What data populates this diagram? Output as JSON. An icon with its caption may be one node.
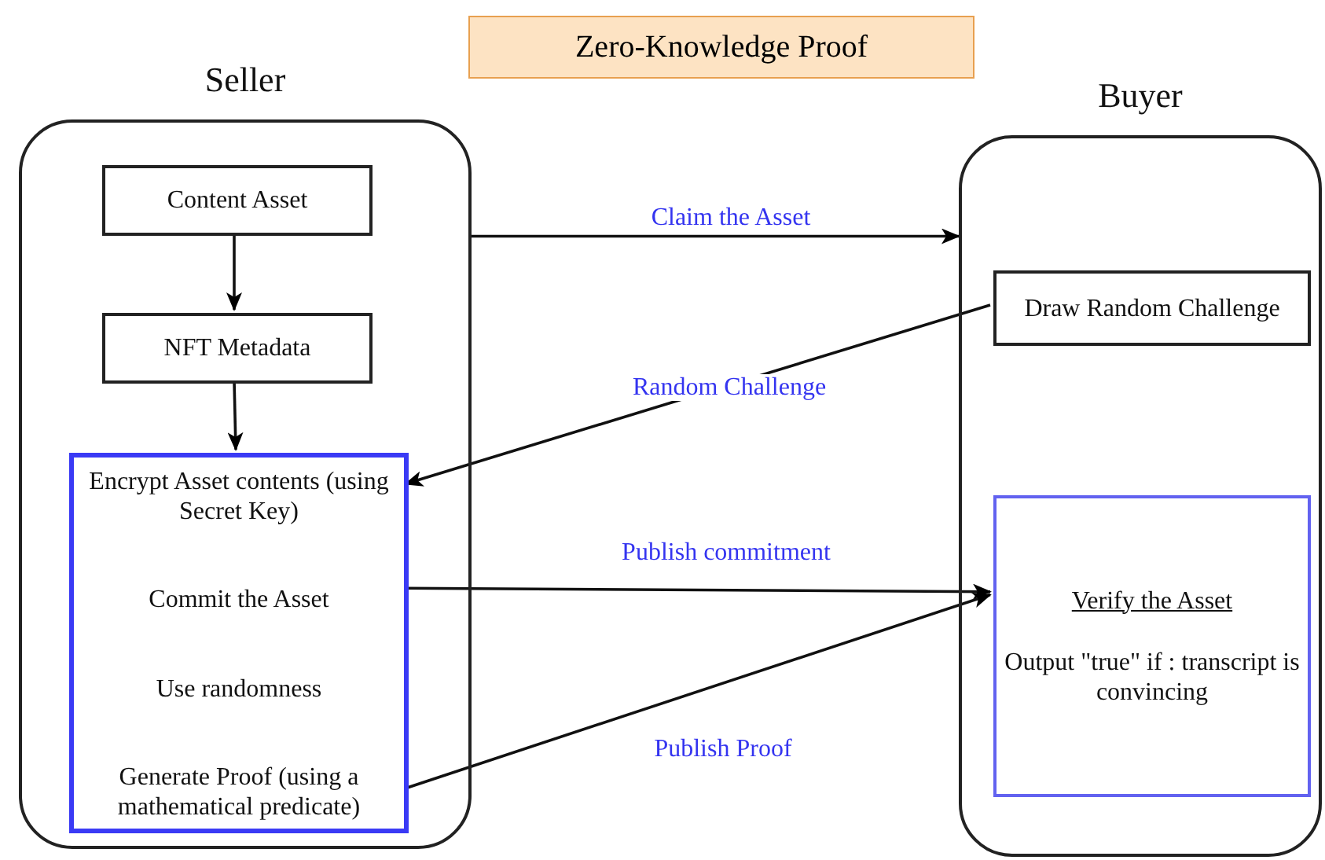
{
  "diagram": {
    "title": "Zero-Knowledge Proof",
    "nodes": [
      {
        "text": [
          "Seller"
        ]
      },
      {
        "text": [
          "Content Asset"
        ],
        "in": 0
      },
      {
        "text": [
          "NFT Metadata"
        ],
        "in": 0
      },
      {
        "text": [
          "Encrypt Asset contents (using Secret Key)",
          "Commit the Asset",
          "Use randomness",
          "Generate Proof (using a mathematical predicate)"
        ],
        "in": 0
      },
      {
        "text": [
          "Buyer"
        ]
      },
      {
        "text": [
          "Draw Random Challenge"
        ],
        "in": 4
      },
      {
        "text": [
          "Verify the Asset",
          "Output \"true\" if : transcript is convincing"
        ],
        "in": 4
      }
    ],
    "edges": [
      {
        "from": 1,
        "to": 2,
        "arrow": "to"
      },
      {
        "from": 2,
        "to": 3,
        "arrow": "to"
      },
      {
        "from": 0,
        "to": 4,
        "arrow": "to",
        "label": "Claim the Asset"
      },
      {
        "from": 5,
        "to": 3,
        "arrow": "to",
        "label": "Random Challenge"
      },
      {
        "from": 3,
        "to": 6,
        "arrow": "to",
        "label": "Publish commitment"
      },
      {
        "from": 3,
        "to": 6,
        "arrow": "to",
        "label": "Publish Proof"
      }
    ]
  }
}
